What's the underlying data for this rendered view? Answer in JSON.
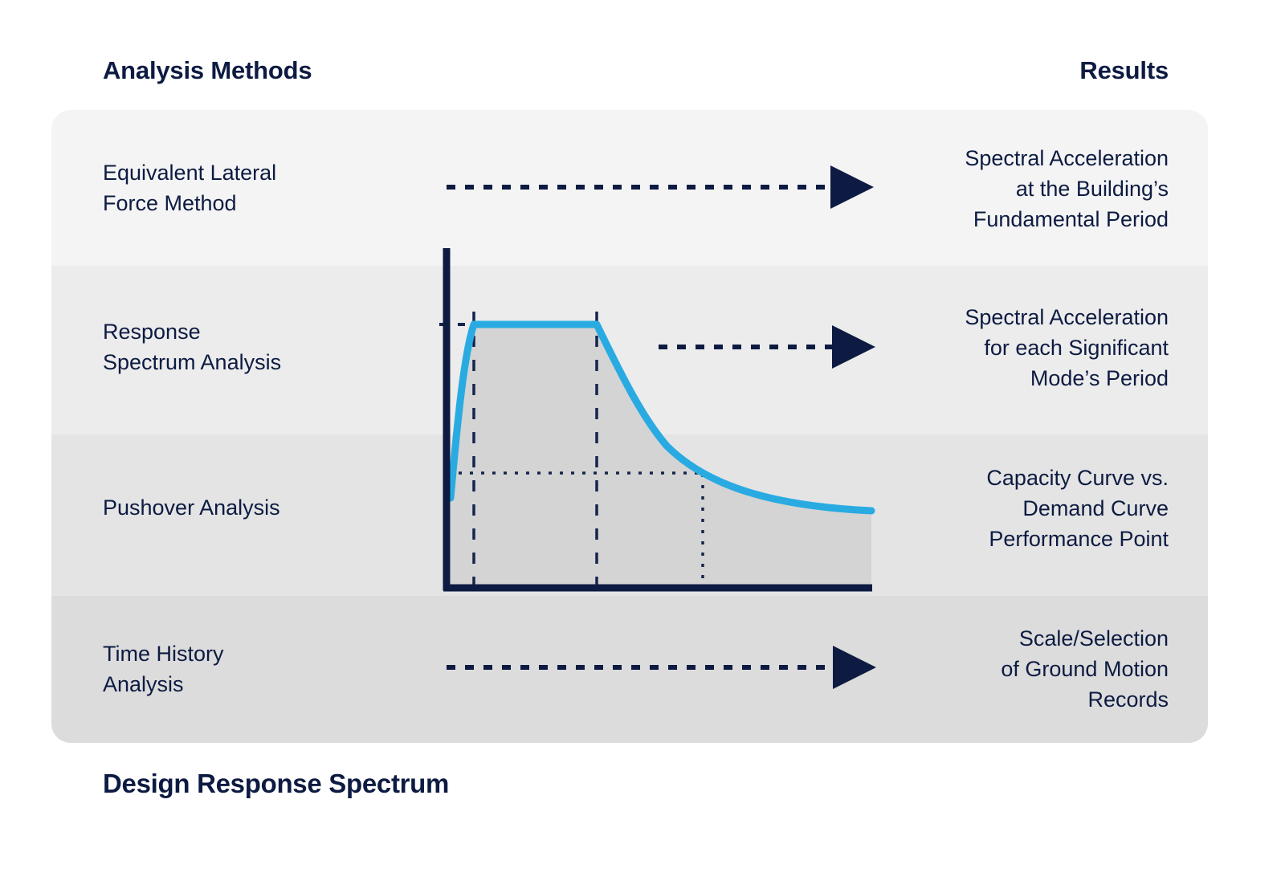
{
  "header": {
    "left_title": "Analysis Methods",
    "right_title": "Results"
  },
  "caption": "Design Response Spectrum",
  "colors": {
    "navy": "#0d1b42",
    "curve_blue": "#29ABE2",
    "area_fill": "#d4d4d4",
    "band_1": "#f4f4f4",
    "band_2": "#ececec",
    "band_3": "#e4e4e4",
    "band_4": "#dcdcdc",
    "page_background": "#ffffff"
  },
  "rows": [
    {
      "method": "Equivalent Lateral Force Method",
      "method_line_1": "Equivalent Lateral",
      "method_line_2": "Force Method",
      "result": "Spectral Acceleration at the Building’s Fundamental Period",
      "result_line_1": "Spectral Acceleration",
      "result_line_2": "at the Building’s",
      "result_line_3": "Fundamental Period",
      "connector": "dashed-arrow-right"
    },
    {
      "method": "Response Spectrum Analysis",
      "method_line_1": "Response",
      "method_line_2": "Spectrum Analysis",
      "result": "Spectral Acceleration for each Significant Mode’s Period",
      "result_line_1": "Spectral Acceleration",
      "result_line_2": "for each Significant",
      "result_line_3": "Mode’s Period",
      "connector": "dashed-arrow-right"
    },
    {
      "method": "Pushover Analysis",
      "method_line_1": "Pushover Analysis",
      "method_line_2": "",
      "result": "Capacity Curve vs. Demand Curve Performance Point",
      "result_line_1": "Capacity Curve vs.",
      "result_line_2": "Demand Curve",
      "result_line_3": "Performance Point",
      "connector": "none"
    },
    {
      "method": "Time History Analysis",
      "method_line_1": "Time History",
      "method_line_2": "Analysis",
      "result": "Scale/Selection of Ground Motion Records",
      "result_line_1": "Scale/Selection",
      "result_line_2": "of Ground Motion",
      "result_line_3": "Records",
      "connector": "dashed-arrow-right"
    }
  ],
  "chart_data": {
    "type": "line",
    "title": "Design Response Spectrum",
    "xlabel": "",
    "ylabel": "",
    "grid": false,
    "legend": "none",
    "axis_style": "two-axis-navy",
    "series": [
      {
        "name": "Design Response Spectrum",
        "color": "#29ABE2",
        "filled": true,
        "fill_color": "#d4d4d4",
        "points": [
          {
            "x": 0.0,
            "y": 0.27
          },
          {
            "x": 0.1,
            "y": 0.79
          },
          {
            "x": 0.55,
            "y": 0.79
          },
          {
            "x": 0.7,
            "y": 0.63
          },
          {
            "x": 0.85,
            "y": 0.5
          },
          {
            "x": 1.0,
            "y": 0.42
          },
          {
            "x": 1.3,
            "y": 0.32
          },
          {
            "x": 1.6,
            "y": 0.26
          },
          {
            "x": 2.0,
            "y": 0.22
          }
        ]
      }
    ],
    "annotations": [
      {
        "kind": "vertical-dashed",
        "x": 0.1,
        "label": ""
      },
      {
        "kind": "vertical-dashed",
        "x": 0.55,
        "label": ""
      },
      {
        "kind": "vertical-dotted",
        "x": 0.95,
        "label": ""
      },
      {
        "kind": "horizontal-dotted",
        "y": 0.345,
        "label": ""
      },
      {
        "kind": "y-axis-tick",
        "y": 0.79,
        "label": ""
      }
    ]
  }
}
